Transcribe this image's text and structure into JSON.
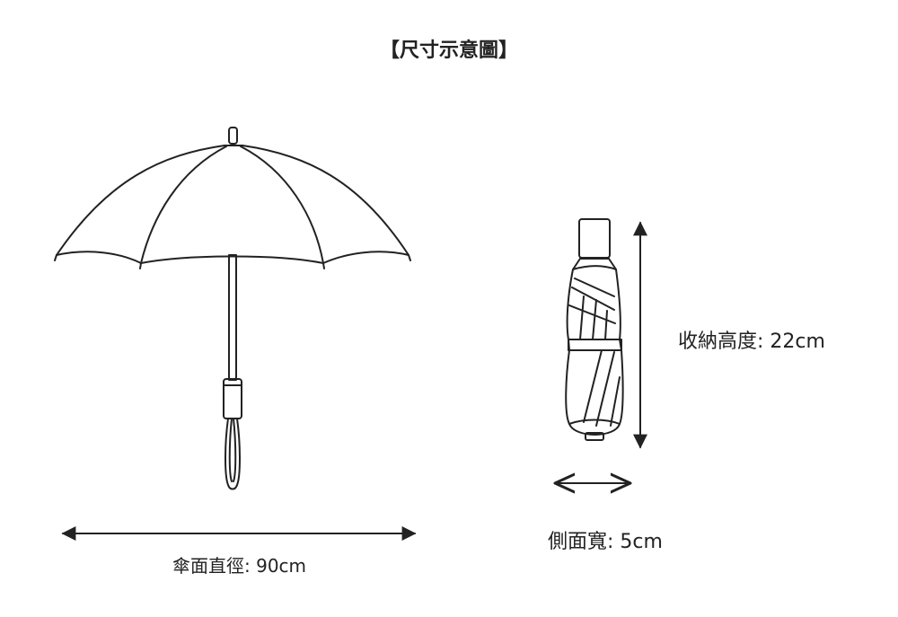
{
  "title": "【尺寸示意圖】",
  "labels": {
    "canopy_diameter": "傘面直徑: 90cm",
    "folded_height": "收納高度: 22cm",
    "side_width": "側面寬: 5cm"
  },
  "colors": {
    "line": "#222222",
    "background": "#ffffff"
  }
}
